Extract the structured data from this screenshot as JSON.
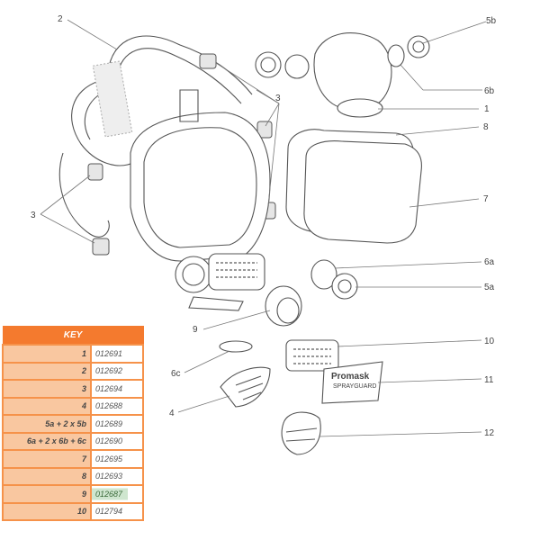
{
  "callouts": {
    "c2": "2",
    "c5b": "5b",
    "c6b": "6b",
    "c1": "1",
    "c8": "8",
    "c3_top": "3",
    "c3_left": "3",
    "c7": "7",
    "c6a": "6a",
    "c5a": "5a",
    "c9": "9",
    "c10": "10",
    "c6c": "6c",
    "c11": "11",
    "c4": "4",
    "c12": "12"
  },
  "filter_label": {
    "line1": "Promask",
    "line2": "SPRAYGUARD"
  },
  "key": {
    "title": "KEY",
    "rows": [
      {
        "part": "1",
        "code": "012691"
      },
      {
        "part": "2",
        "code": "012692"
      },
      {
        "part": "3",
        "code": "012694"
      },
      {
        "part": "4",
        "code": "012688"
      },
      {
        "part": "5a + 2 x 5b",
        "code": "012689"
      },
      {
        "part": "6a + 2 x 6b + 6c",
        "code": "012690"
      },
      {
        "part": "7",
        "code": "012695"
      },
      {
        "part": "8",
        "code": "012693"
      },
      {
        "part": "9",
        "code": "012687"
      },
      {
        "part": "10",
        "code": "012794"
      }
    ],
    "colors": {
      "header": "#f47a2e",
      "part_cell": "#f9c7a0",
      "highlight": "#cfe6cf"
    }
  }
}
